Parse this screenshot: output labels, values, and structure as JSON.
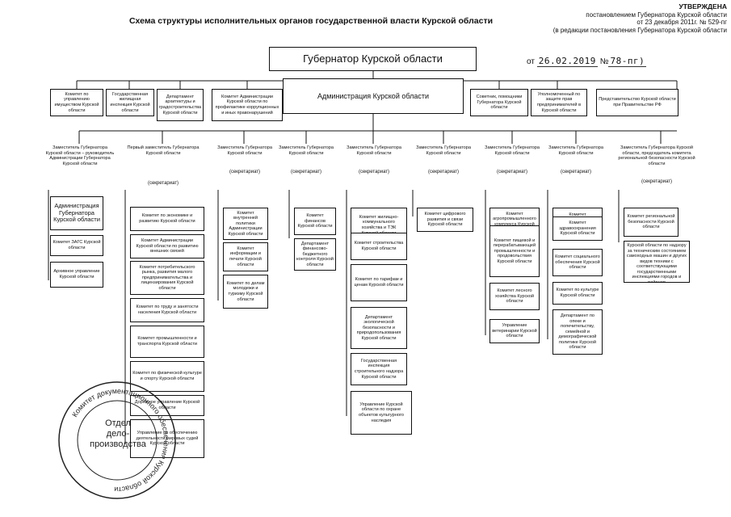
{
  "title": "Схема структуры исполнительных органов государственной власти Курской области",
  "approval": {
    "heading": "УТВЕРЖДЕНА",
    "line1": "постановлением Губернатора Курской области",
    "line2": "от 23 декабря 2011г. № 529-пг",
    "line3": "(в редакции постановления Губернатора Курской области",
    "date_prefix": "от",
    "date_value": "26.02.2019",
    "num_prefix": "№",
    "num_value": "78-пг)"
  },
  "governor": "Губернатор Курской области",
  "administration": "Администрация Курской области",
  "top_left": [
    "Комитет по управлению имуществом Курской области",
    "Государственная жилищная инспекция Курской области",
    "Департамент архитектуры и градостроительства Курской области",
    "Комитет Администрации Курской области по профилактике коррупционных и иных правонарушений"
  ],
  "top_right": [
    "Советник, помощники Губернатора Курской области",
    "Уполномоченный по защите прав предпринимателей в Курской области",
    "Представительство Курской области при Правительстве РФ"
  ],
  "columns": [
    {
      "head": "Заместитель Губернатора Курской области – руководитель Администрации Губернатора Курской области",
      "sec": "",
      "items": [
        "Администрация Губернатора Курской области",
        "Комитет ЗАГС Курской области",
        "Архивное управление Курской области"
      ]
    },
    {
      "head": "Первый заместитель Губернатора Курской области",
      "sec": "(секретариат)",
      "items": [
        "Комитет по экономике и развитию Курской области",
        "Комитет Администрации Курской области по развитию внешних связей",
        "Комитет потребительского рынка, развития малого предпринимательства и лицензирования Курской области",
        "Комитет по труду и занятости населения Курской области",
        "Комитет промышленности и транспорта Курской области",
        "Комитет по физической культуре и спорту Курской области",
        "Дорожное управление Курской области",
        "Управление по обеспечению деятельности мировых судей Курской области"
      ]
    },
    {
      "head": "Заместитель Губернатора Курской области",
      "sec": "(секретариат)",
      "items": [
        "Комитет внутренней политики Администрации Курской области",
        "Комитет информации и печати Курской области",
        "Комитет по делам молодежи и туризму Курской области"
      ]
    },
    {
      "head": "Заместитель Губернатора Курской области",
      "sec": "(секретариат)",
      "items": [
        "Комитет финансов Курской области",
        "Департамент финансово-бюджетного контроля Курской области"
      ]
    },
    {
      "head": "Заместитель Губернатора Курской области",
      "sec": "(секретариат)",
      "items": [
        "Комитет жилищно-коммунального хозяйства и ТЭК Курской области",
        "Комитет строительства Курской области",
        "Комитет по тарифам и ценам Курской области",
        "Департамент экологической безопасности и природопользования Курской области",
        "Государственная инспекция строительного надзора Курской области",
        "Управление Курской области по охране объектов культурного наследия"
      ]
    },
    {
      "head": "Заместитель Губернатора Курской области",
      "sec": "(секретариат)",
      "items": [
        "Комитет цифрового развития и связи Курской области"
      ]
    },
    {
      "head": "Заместитель Губернатора Курской области",
      "sec": "(секретариат)",
      "items": [
        "Комитет агропромышленного комплекса Курской области",
        "Комитет пищевой и перерабатывающей промышленности и продовольствия Курской области",
        "Комитет лесного хозяйства Курской области",
        "Управление ветеринарии Курской области"
      ]
    },
    {
      "head": "Заместитель Губернатора Курской области",
      "sec": "(секретариат)",
      "items": [
        "Комитет образования и науки Курской области",
        "Комитет здравоохранения Курской области",
        "Комитет социального обеспечения Курской области",
        "Комитет по культуре Курской области",
        "Департамент по опеке и попечительству, семейной и демографической политике Курской области"
      ]
    },
    {
      "head": "Заместитель Губернатора Курской области, председатель комитета региональной безопасности Курской области",
      "sec": "(секретариат)",
      "items": [
        "Комитет региональной безопасности Курской области",
        "Государственная инспекция Курской области по надзору за техническим состоянием самоходных машин и других видов техники с соответствующими государственными инспекциями городов и районов"
      ]
    }
  ],
  "stamp": {
    "center_line1": "Отдел",
    "center_line2": "дело-",
    "center_line3": "производства",
    "ring": "Комитет документационного обеспечения Курской области"
  }
}
